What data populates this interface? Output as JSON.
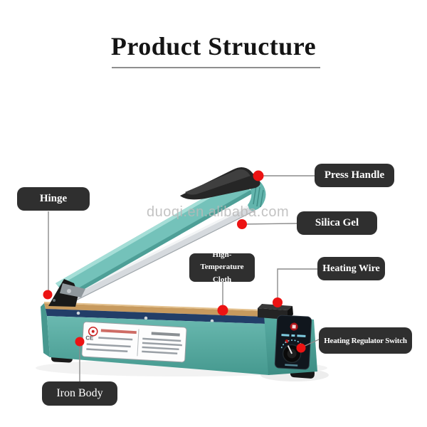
{
  "title": {
    "text": "Product Structure"
  },
  "watermark": {
    "text": "duoqi.en.alibaba.com"
  },
  "callouts": {
    "press_handle": {
      "label": "Press Handle"
    },
    "hinge": {
      "label": "Hinge"
    },
    "silica_gel": {
      "label": "Silica Gel"
    },
    "high_temperature_cloth": {
      "label": "High-Temperature Cloth"
    },
    "heating_wire": {
      "label": "Heating Wire"
    },
    "heating_regulator_switch": {
      "label": "Heating Regulator Switch"
    },
    "iron_body": {
      "label": "Iron Body"
    }
  },
  "sticker": {
    "ce_mark": "CE"
  },
  "colors": {
    "title_text": "#141414",
    "title_underline": "#8e8e8e",
    "label_background": "#2f2f2f",
    "label_text": "#ffffff",
    "callout_dot": "#ec1313",
    "connector_line": "#8c8c8c",
    "machine_teal": "#6ab9b0",
    "machine_teal_light": "#a5ded7",
    "machine_navy_strip": "#223e68",
    "cloth_tan": "#c79a5e",
    "handle_black": "#262626",
    "aluminum_silver": "#d6dade",
    "watermark_gray": "#b9b9b9"
  }
}
